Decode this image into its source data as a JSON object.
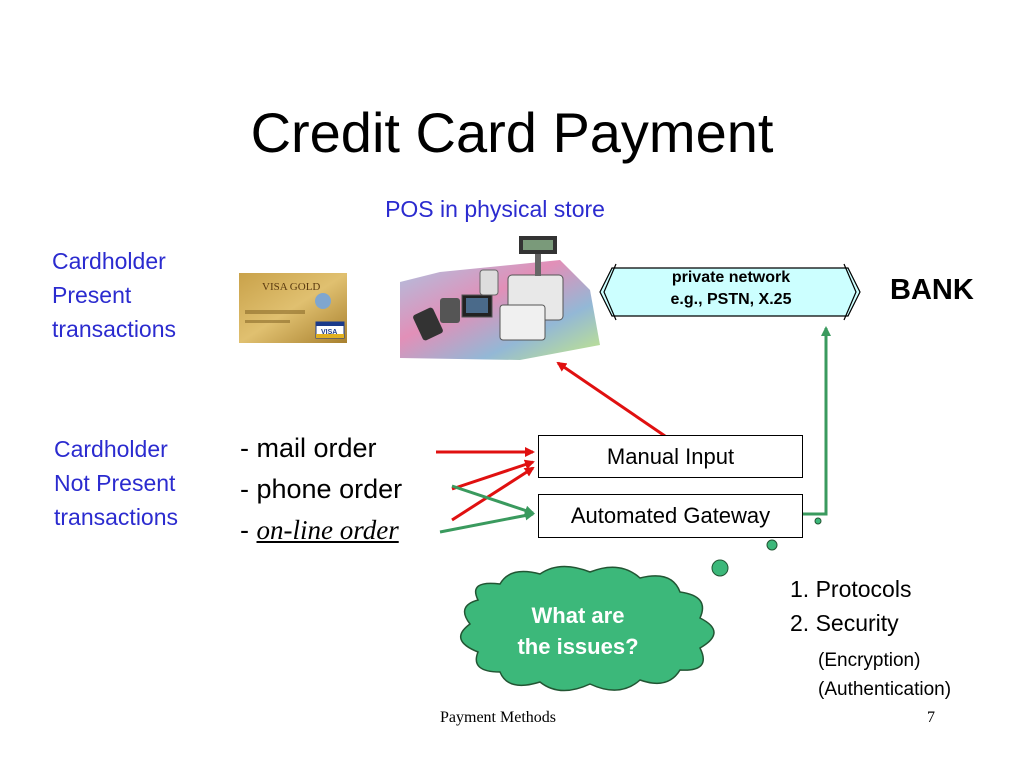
{
  "slide": {
    "title": "Credit Card Payment",
    "pos_label": "POS in physical store",
    "present_label": [
      "Cardholder",
      "Present",
      "transactions"
    ],
    "not_present_label": [
      "Cardholder",
      "Not Present",
      "transactions"
    ],
    "orders": {
      "mail": "- mail order",
      "phone": "- phone order",
      "online_prefix": "- ",
      "online": "on-line order"
    },
    "manual_input": "Manual Input",
    "automated_gateway": "Automated Gateway",
    "network": [
      "private network",
      "e.g., PSTN, X.25"
    ],
    "bank": "BANK",
    "cloud": [
      "What are",
      "the issues?"
    ],
    "issues": [
      "1. Protocols",
      "2. Security"
    ],
    "sub_issues": [
      "(Encryption)",
      "(Authentication)"
    ],
    "card_text": "VISA GOLD",
    "card_brand": "VISA",
    "footer_left": "Payment Methods",
    "footer_right": "7"
  },
  "colors": {
    "label_blue": "#2b2bcf",
    "arrow_red": "#e01010",
    "arrow_green": "#3a9a5e",
    "cloud_green": "#3cb87a",
    "network_fill": "#ccffff"
  },
  "icons": [
    "credit-card-image",
    "pos-terminal-image",
    "cloud-callout-icon"
  ]
}
